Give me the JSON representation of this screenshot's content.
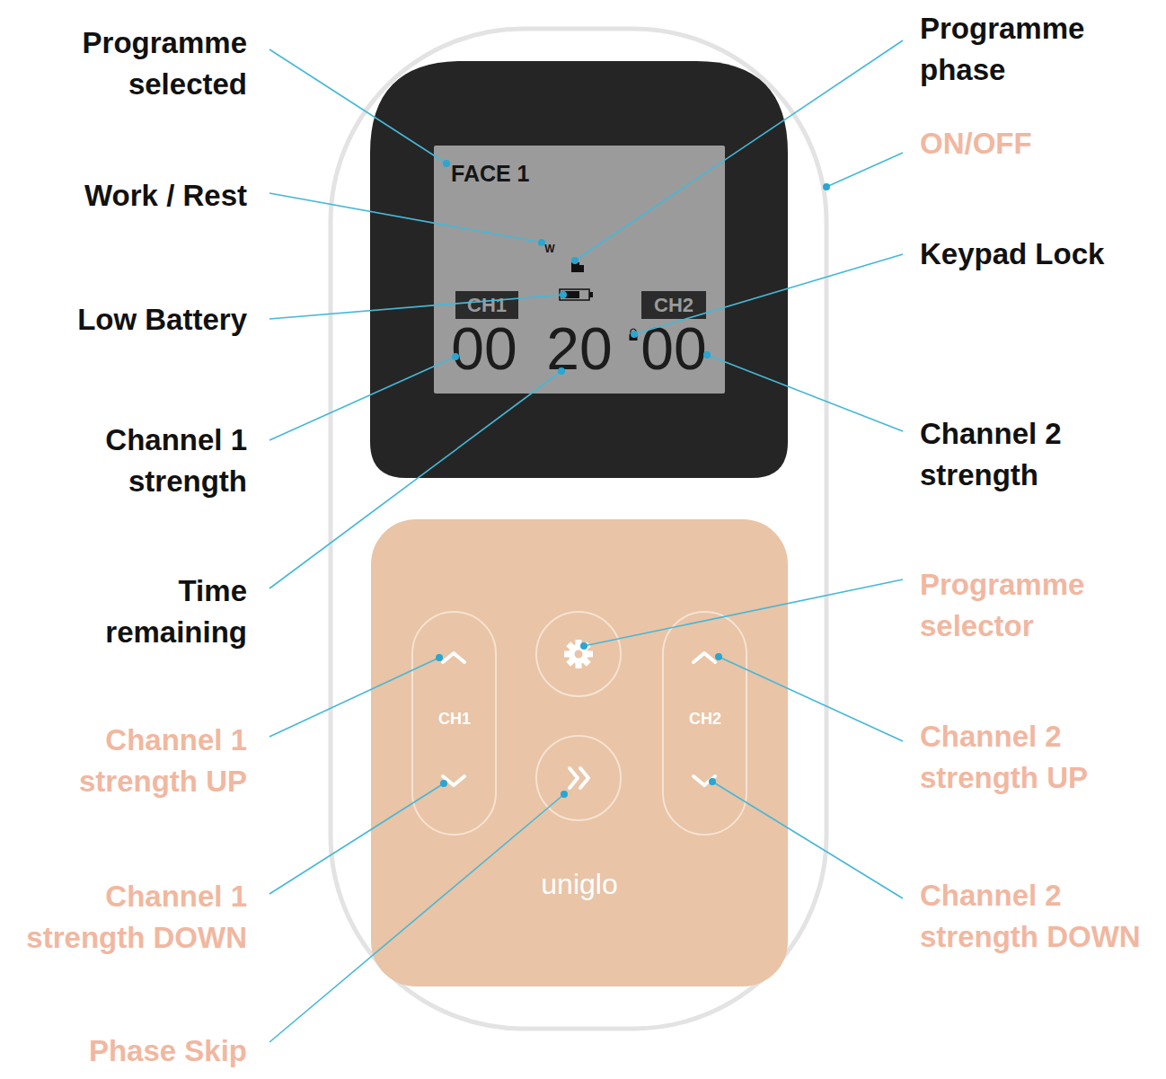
{
  "diagram": {
    "nodes": [
      {
        "text": [
          "FACE 1",
          "W",
          "00",
          "20",
          "00"
        ]
      },
      {
        "text": [
          "CH1"
        ],
        "in": 0
      },
      {
        "text": [
          "CH2"
        ],
        "in": 0
      },
      {
        "text": [
          "uniglo"
        ]
      },
      {
        "text": [
          "CH1"
        ],
        "in": 3
      },
      {
        "text": [
          "CH2"
        ],
        "in": 3
      }
    ],
    "labels": [
      "Programme selected",
      "Work / Rest",
      "Low Battery",
      "Channel 1 strength",
      "Time remaining",
      "Channel 1 strength UP",
      "Channel 1 strength DOWN",
      "Phase Skip",
      "Programme phase",
      "ON/OFF",
      "Keypad Lock",
      "Channel 2 strength",
      "Programme selector",
      "Channel 2 strength UP",
      "Channel 2 strength DOWN"
    ]
  }
}
